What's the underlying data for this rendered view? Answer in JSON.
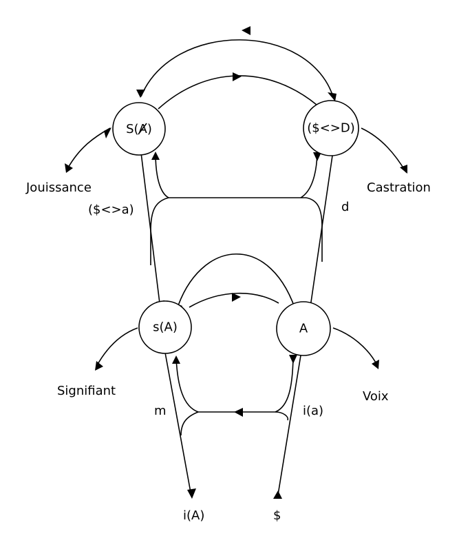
{
  "nodes": {
    "big_s_a": {
      "text_before": "S(",
      "text_struck": "A",
      "text_after": ")"
    },
    "barred_s_d": {
      "label": "($<>D)"
    },
    "small_s_a": {
      "label": "s(A)"
    },
    "big_a": {
      "label": "A"
    }
  },
  "labels": {
    "jouissance": "Jouissance",
    "castration": "Castration",
    "barred_s_a_lozenge": "($<>a)",
    "d": "d",
    "signifiant": "Signifiant",
    "voix": "Voix",
    "m": "m",
    "i_a": "i(a)",
    "i_big_a": "i(A)",
    "barred_s": "$"
  }
}
